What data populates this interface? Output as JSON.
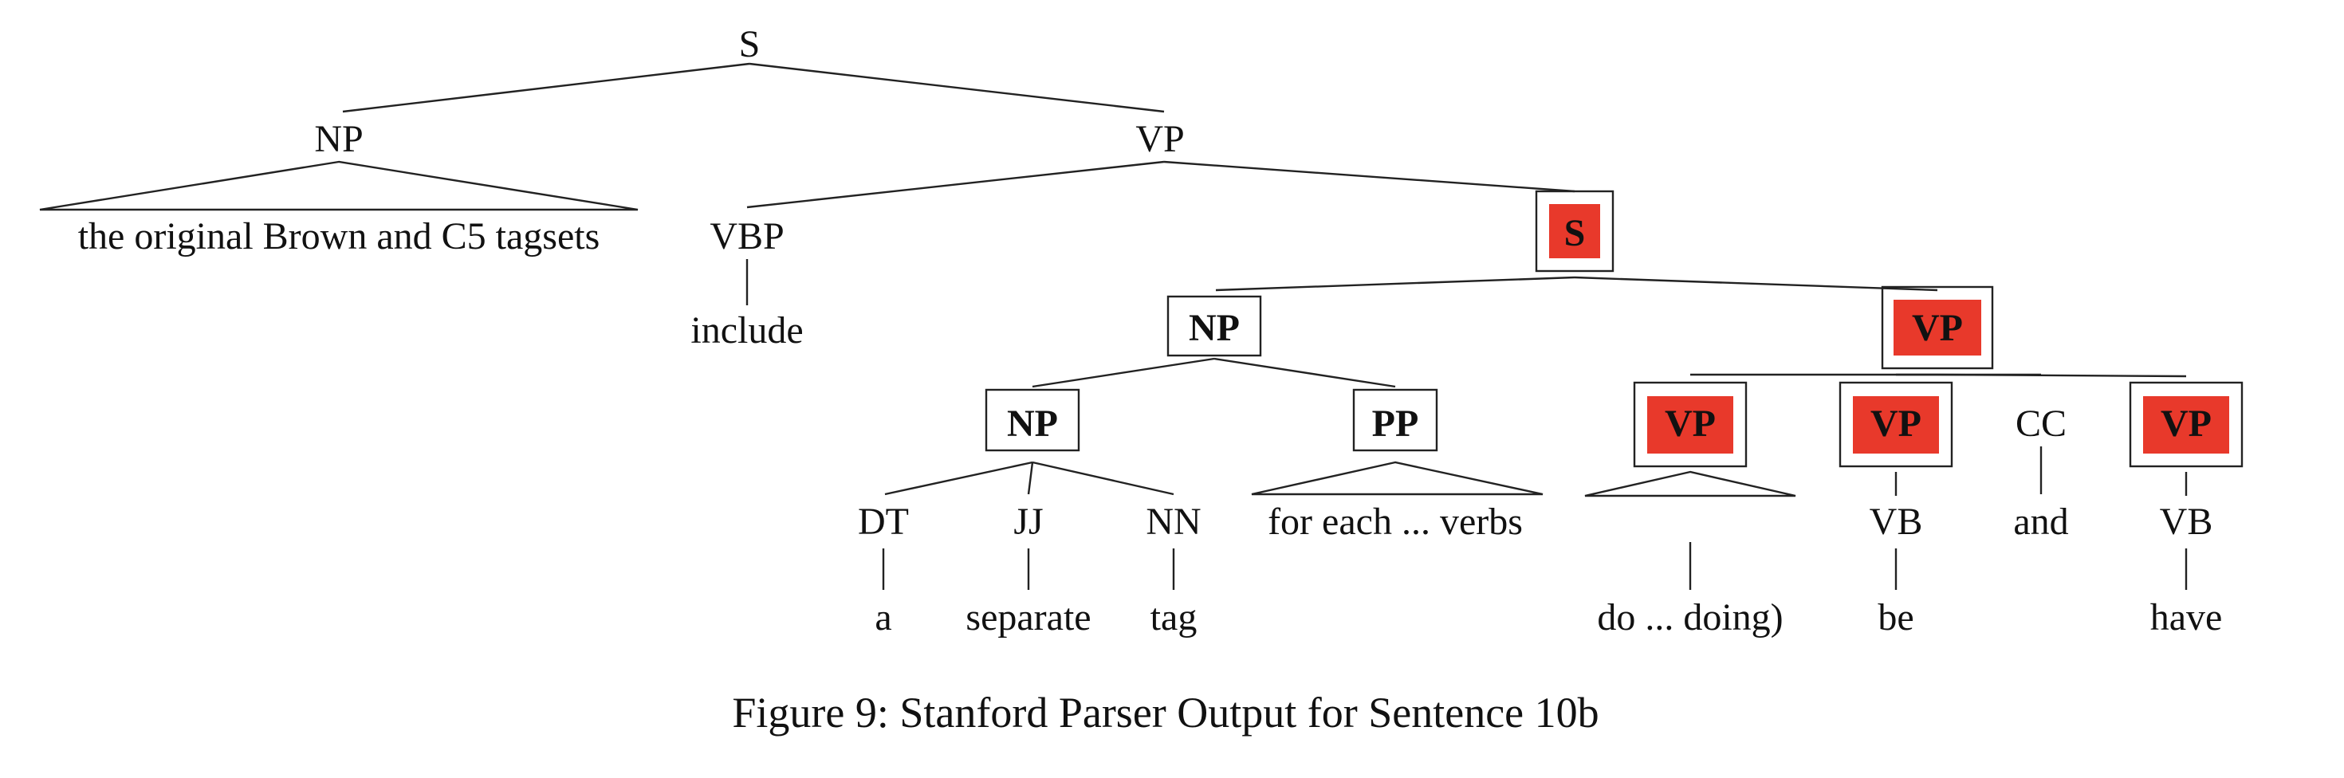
{
  "colors": {
    "highlight": "#e8392b",
    "line": "#222222",
    "text": "#111111"
  },
  "nodes": {
    "s_root": "S",
    "np_subject": "NP",
    "np_subject_leaf": "the original Brown and C5 tagsets",
    "vp_main": "VP",
    "vbp": "VBP",
    "vbp_leaf": "include",
    "s_embedded": "S",
    "np_object": "NP",
    "np_inner": "NP",
    "dt": "DT",
    "dt_leaf": "a",
    "jj": "JJ",
    "jj_leaf": "separate",
    "nn": "NN",
    "nn_leaf": "tag",
    "pp": "PP",
    "pp_leaf": "for each ... verbs",
    "vp_coord": "VP",
    "vp_do": "VP",
    "vp_do_leaf": "do ... doing)",
    "vp_be": "VP",
    "vb_be": "VB",
    "vb_be_leaf": "be",
    "cc": "CC",
    "cc_leaf": "and",
    "vp_have": "VP",
    "vb_have": "VB",
    "vb_have_leaf": "have"
  },
  "caption": "Figure 9: Stanford Parser Output for Sentence 10b"
}
